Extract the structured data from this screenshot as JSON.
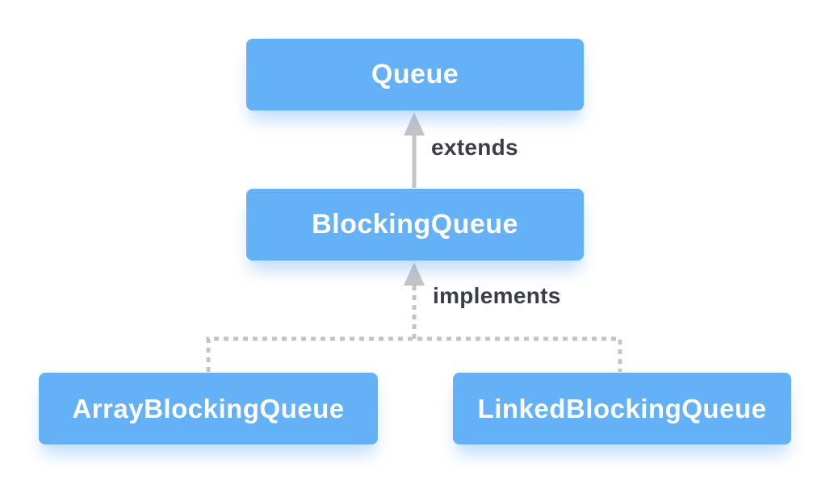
{
  "diagram": {
    "type": "class-hierarchy",
    "background_color": "#ffffff",
    "nodes": [
      {
        "id": "queue",
        "label": "Queue"
      },
      {
        "id": "blocking-queue",
        "label": "BlockingQueue"
      },
      {
        "id": "array-blocking-queue",
        "label": "ArrayBlockingQueue"
      },
      {
        "id": "linked-blocking-queue",
        "label": "LinkedBlockingQueue"
      }
    ],
    "edges": [
      {
        "from": "blocking-queue",
        "to": "queue",
        "label": "extends",
        "line_style": "solid",
        "arrowhead": "filled-triangle"
      },
      {
        "from": "array-blocking-queue,linked-blocking-queue",
        "to": "blocking-queue",
        "label": "implements",
        "line_style": "dashed",
        "arrowhead": "filled-triangle"
      }
    ],
    "colors": {
      "node_fill": "#64b1f8",
      "node_text": "#ffffff",
      "node_glow": "rgba(120,180,250,0.45)",
      "edge_stroke": "#c4c4c4",
      "edge_label_text": "#3b3e45"
    }
  }
}
